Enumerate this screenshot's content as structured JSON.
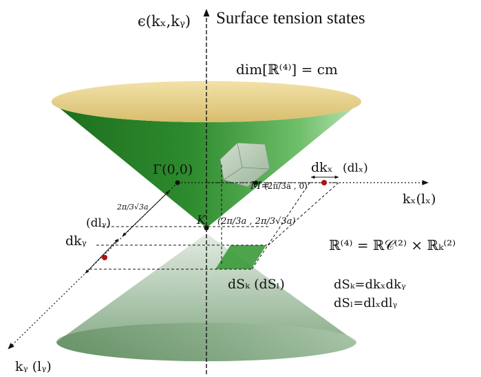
{
  "title": "Surface tension states",
  "axes": {
    "energy_label": "ϵ(kₓ,kᵧ)",
    "kx_label": "kₓ(lₓ)",
    "ky_label": "kᵧ (lᵧ)"
  },
  "dimension_equation": "dim[ℝ⁽⁴⁾] = cm",
  "points": {
    "gamma": "Γ(0,0)",
    "K_letter": "K",
    "K_coord": "(2π/3a , 2π/3√3a)",
    "M_prefix": "M=",
    "M_coord": "(2π/3a , 0)"
  },
  "segment_labels": {
    "ky_length": "2π/3√3a",
    "dly": "(dlᵧ)",
    "dky": "dkᵧ",
    "dkx": "dkₓ",
    "dlx": "(dlₓ)"
  },
  "area_label": "dSₖ (dSₗ)",
  "product_space": "ℝ⁽⁴⁾ = ℝ𝒞⁽²⁾ × ℝₖ⁽²⁾",
  "area_formulas": {
    "dSk": "dSₖ=dkₓdkᵧ",
    "dSl": "dSₗ=dlₓdlᵧ"
  },
  "colors": {
    "cone_green": "#2e8b2e",
    "cone_top_fill": "#e6cf88",
    "lower_cone": "#9fbc9f",
    "marker_red": "#b01010",
    "patch_green": "#3a9a3a"
  }
}
